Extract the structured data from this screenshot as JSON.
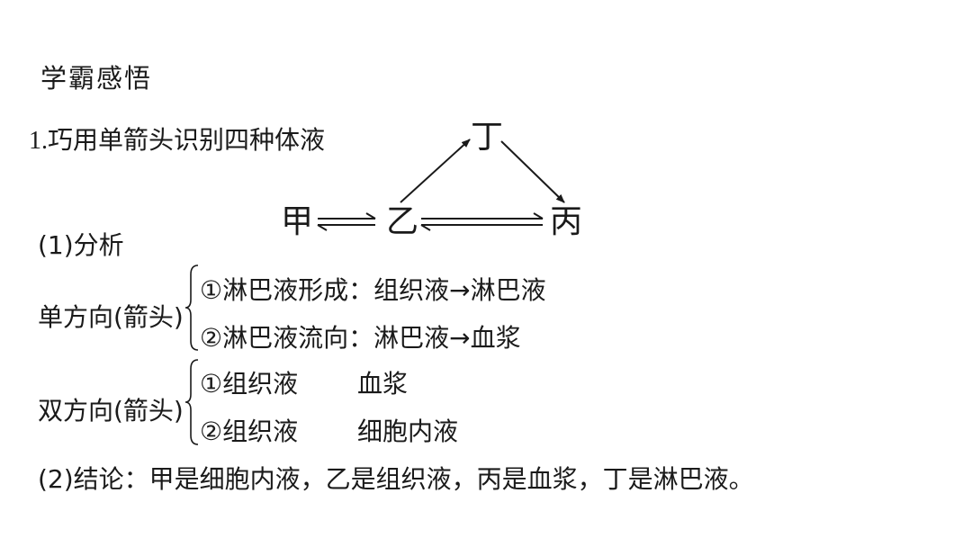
{
  "title": "学霸感悟",
  "heading": {
    "number": "1.",
    "text": "巧用单箭头识别四种体液"
  },
  "diagram": {
    "nodes": {
      "jia": "甲",
      "yi": "乙",
      "bing": "丙",
      "ding": "丁"
    }
  },
  "analysis": {
    "label": "(1)分析"
  },
  "unidirectional": {
    "label": "单方向(箭头)",
    "items": [
      "①淋巴液形成：组织液→淋巴液",
      "②淋巴液流向：淋巴液→血浆"
    ]
  },
  "bidirectional": {
    "label": "双方向(箭头)",
    "items": [
      {
        "left": "①组织液",
        "right": "血浆"
      },
      {
        "left": "②组织液",
        "right": "细胞内液"
      }
    ]
  },
  "conclusion": "(2)结论：甲是细胞内液，乙是组织液，丙是血浆，丁是淋巴液。"
}
